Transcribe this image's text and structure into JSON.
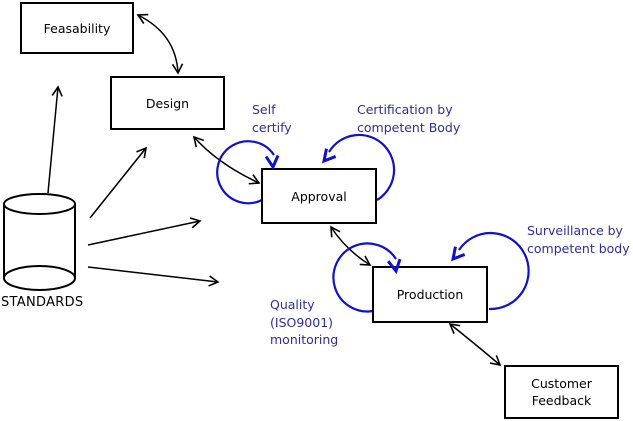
{
  "diagram": {
    "boxes": {
      "feasability": {
        "label": "Feasability"
      },
      "design": {
        "label": "Design"
      },
      "approval": {
        "label": "Approval"
      },
      "production": {
        "label": "Production"
      },
      "customer_feedback": {
        "line1": "Customer",
        "line2": "Feedback"
      }
    },
    "datastore": {
      "label": "STANDARDS"
    },
    "annotations": {
      "self_certify": {
        "line1": "Self",
        "line2": "certify"
      },
      "certification": {
        "line1": "Certification by",
        "line2": "competent Body"
      },
      "surveillance": {
        "line1": "Surveillance by",
        "line2": "competent body"
      },
      "quality": {
        "line1": "Quality",
        "line2": "(ISO9001)",
        "line3": "monitoring"
      }
    },
    "colors": {
      "annotation_blue": "#2e2e9e",
      "loop_blue": "#1010cf",
      "arrow_black": "#000000",
      "box_border": "#000000",
      "background": "#ffffff"
    }
  }
}
